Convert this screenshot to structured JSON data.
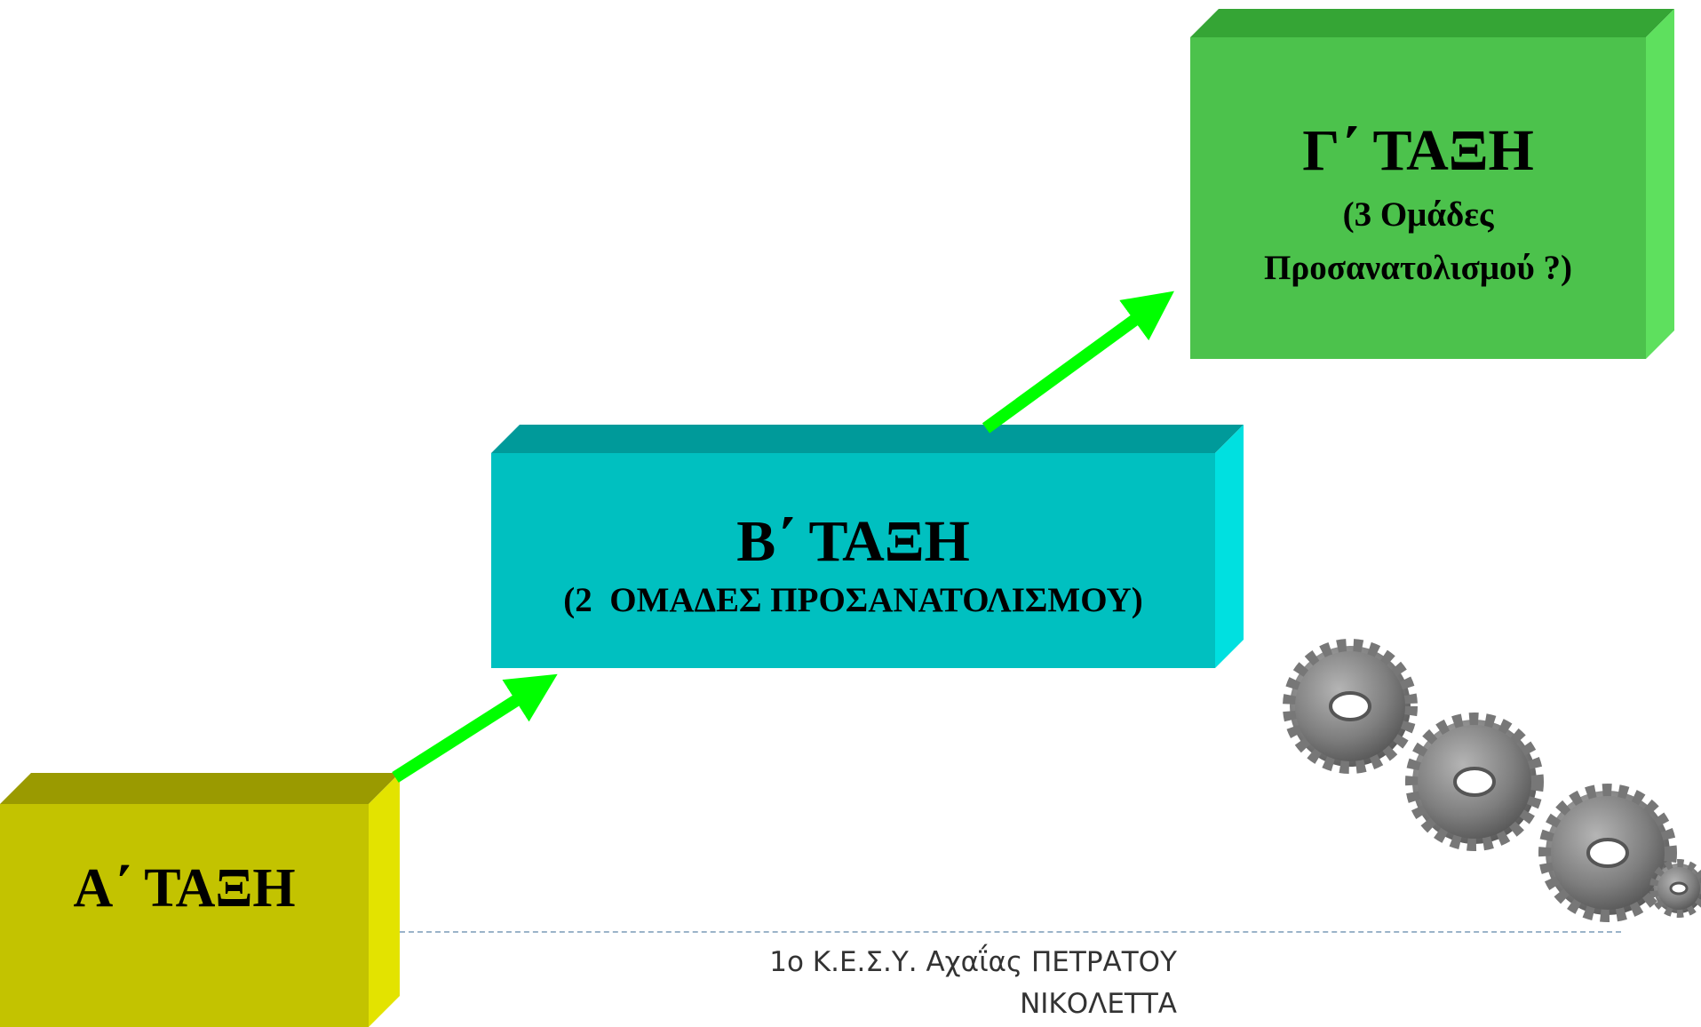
{
  "boxes": {
    "a": {
      "title": "Α΄ ΤΑΞΗ"
    },
    "b": {
      "title": "Β΄ ΤΑΞΗ",
      "subtitle": "(2  ΟΜΑΔΕΣ ΠΡΟΣΑΝΑΤΟΛΙΣΜΟΥ)"
    },
    "c": {
      "title": "Γ΄ ΤΑΞΗ",
      "subtitle_line1": "(3 Ομάδες",
      "subtitle_line2": "Προσανατολισμού ?)"
    }
  },
  "footer": {
    "line1": "1ο Κ.Ε.Σ.Υ. Αχαΐας ΠΕΤΡΑΤΟΥ",
    "line2": "ΝΙΚΟΛΕΤΤΑ"
  },
  "colors": {
    "box_a": "#c3c300",
    "box_b": "#00c0c0",
    "box_c": "#4cc24c",
    "arrow": "#00ff00",
    "gears": "#8c8c8c"
  },
  "icons": {
    "gears": "gears-icon",
    "arrows": "arrow-icon"
  }
}
